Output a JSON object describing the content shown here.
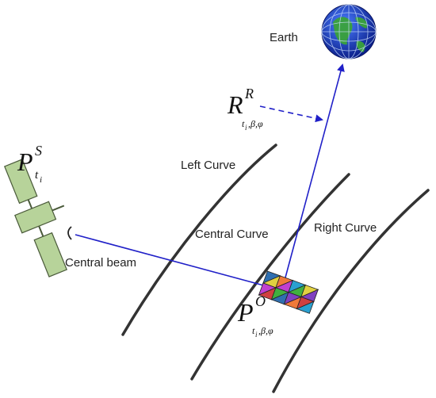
{
  "labels": {
    "earth": "Earth",
    "left_curve": "Left Curve",
    "central_curve": "Central Curve",
    "right_curve": "Right Curve",
    "central_beam": "Central beam"
  },
  "math": {
    "satellite": {
      "base": "P",
      "sup": "S",
      "sub": "t",
      "subsub": "i"
    },
    "rotation": {
      "base": "R",
      "sup": "R",
      "sub": "t",
      "subsub": "i",
      "rest": ",β,φ"
    },
    "target": {
      "base": "P",
      "sup": "O",
      "sub": "t",
      "subsub": "i",
      "rest": ",β,φ"
    }
  },
  "colors": {
    "beam": "#2020c8",
    "curve": "#333333",
    "satellite_panel": "#b7d39a",
    "satellite_edge": "#4a5a3a",
    "ocean": "#1a3fd8",
    "land": "#3aa23a"
  },
  "footprint_tiles": [
    "#2f6fb0",
    "#f07a3a",
    "#2aa0d0",
    "#e0d040",
    "#c040d0",
    "#40b040",
    "#8040c0",
    "#d04040"
  ]
}
